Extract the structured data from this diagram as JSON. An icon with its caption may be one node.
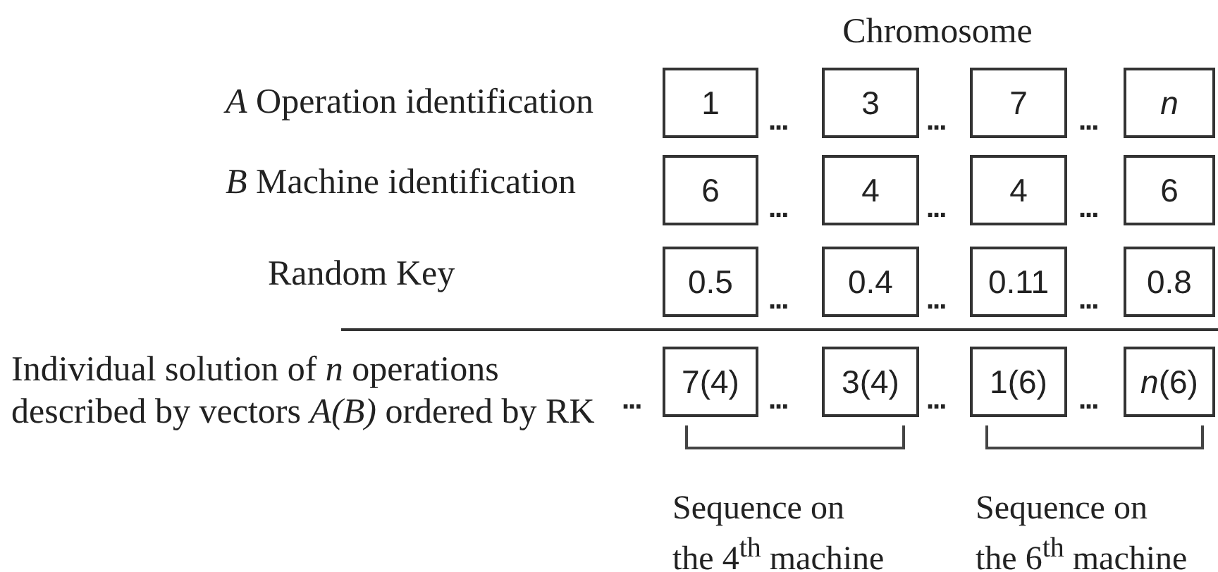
{
  "diagram": {
    "title": "Chromosome",
    "nodes": [
      {
        "text": [
          "1"
        ]
      },
      {
        "text": [
          "3"
        ]
      },
      {
        "text": [
          "7"
        ]
      },
      {
        "text": [
          "*n*"
        ]
      },
      {
        "text": [
          "6"
        ]
      },
      {
        "text": [
          "4"
        ]
      },
      {
        "text": [
          "4"
        ]
      },
      {
        "text": [
          "6"
        ]
      },
      {
        "text": [
          "0.5"
        ]
      },
      {
        "text": [
          "0.4"
        ]
      },
      {
        "text": [
          "0.11"
        ]
      },
      {
        "text": [
          "0.8"
        ]
      },
      {
        "text": [
          "7(4)"
        ]
      },
      {
        "text": [
          "3(4)"
        ]
      },
      {
        "text": [
          "1(6)"
        ]
      },
      {
        "text": [
          "*n*(6)"
        ]
      }
    ],
    "edges": [],
    "labels": [
      "*A* Operation identification",
      "...",
      "...",
      "...",
      "*B* Machine identification",
      "...",
      "...",
      "...",
      "Random Key",
      "...",
      "...",
      "...",
      "Individual solution of *n* operations described by vectors *A(B)* ordered by RK",
      "...",
      "...",
      "...",
      "...",
      "Sequence on the 4$^{th}$ machine",
      "Sequence on the 6$^{th}$ machine"
    ]
  }
}
